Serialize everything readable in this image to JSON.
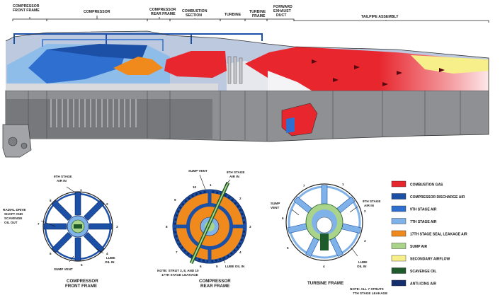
{
  "sections": [
    {
      "line1": "COMPRESSOR",
      "line2": "FRONT FRAME"
    },
    {
      "line1": "COMPRESSOR",
      "line2": ""
    },
    {
      "line1": "COMPRESSOR",
      "line2": "REAR FRAME"
    },
    {
      "line1": "COMBUSTION",
      "line2": "SECTION"
    },
    {
      "line1": "TURBINE",
      "line2": ""
    },
    {
      "line1": "TURBINE",
      "line2": "FRAME"
    },
    {
      "line1": "FORWARD",
      "line2": "EXHAUST",
      "line3": "DUCT"
    },
    {
      "line1": "TAILPIPE ASSEMBLY",
      "line2": ""
    }
  ],
  "legend": [
    {
      "label": "COMBUSTION GAS",
      "color": "#e8262e"
    },
    {
      "label": "COMPRESSOR DISCHARGE AIR",
      "color": "#1c4fa6"
    },
    {
      "label": "9TH STAGE AIR",
      "color": "#2f6fd0"
    },
    {
      "label": "7TH STAGE AIR",
      "color": "#7fb2e8"
    },
    {
      "label": "17TH STAGE SEAL LEAKAGE AIR",
      "color": "#f08a1c"
    },
    {
      "label": "SUMP AIR",
      "color": "#a9d48a"
    },
    {
      "label": "SECONDARY AIRFLOW",
      "color": "#f7ef8a"
    },
    {
      "label": "SCAVENGE OIL",
      "color": "#1f5a2a"
    },
    {
      "label": "ANTI-ICING AIR",
      "color": "#16306e"
    }
  ],
  "front_frame": {
    "title1": "COMPRESSOR",
    "title2": "FRONT FRAME",
    "callouts": {
      "air_in_1": "9TH STAGE",
      "air_in_2": "AIR IN",
      "radial_1": "RADIAL DRIVE",
      "radial_2": "SHAFT AND",
      "radial_3": "SCAVENGE",
      "radial_4": "OIL OUT",
      "sump_vent": "SUMP VENT",
      "lube_1": "LUBE",
      "lube_2": "OIL IN"
    },
    "struts": [
      "1",
      "2",
      "3",
      "4",
      "5",
      "6",
      "7",
      "8"
    ]
  },
  "rear_frame": {
    "title1": "COMPRESSOR",
    "title2": "REAR FRAME",
    "callouts": {
      "sump_vent": "SUMP VENT",
      "air_in_1": "9TH STAGE",
      "air_in_2": "AIR IN",
      "lube": "LUBE OIL IN",
      "note1": "NOTE: STRUT 3, 8, AND 10",
      "note2": "17TH STAGE LEAKAGE"
    },
    "struts": [
      "1",
      "2",
      "3",
      "4",
      "5",
      "6",
      "7",
      "8",
      "9",
      "10"
    ]
  },
  "turbine_frame": {
    "title": "TURBINE FRAME",
    "callouts": {
      "sump_1": "SUMP",
      "sump_2": "VENT",
      "air_1": "9TH STAGE",
      "air_2": "AIR IN",
      "lube_1": "LUBE",
      "lube_2": "OIL IN",
      "note1": "NOTE: ALL 7 STRUTS",
      "note2": "7TH STAGE LEAKAGE"
    },
    "struts": [
      "1",
      "2",
      "3",
      "4",
      "5",
      "6",
      "7"
    ]
  }
}
